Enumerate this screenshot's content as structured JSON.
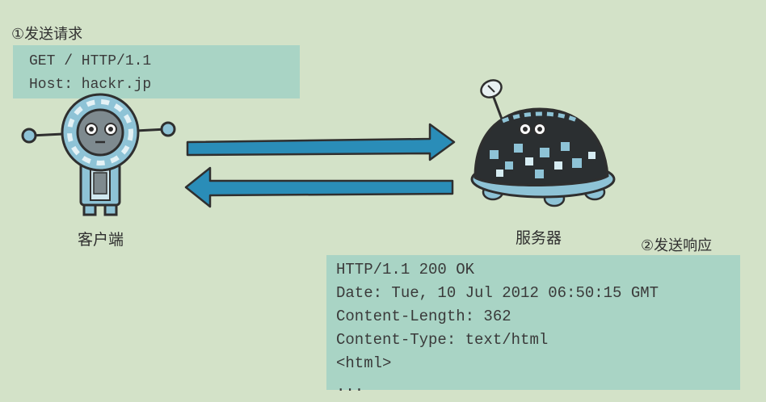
{
  "request": {
    "step_label": "①发送请求",
    "lines": [
      "GET / HTTP/1.1",
      "Host: hackr.jp"
    ]
  },
  "response": {
    "step_label": "②发送响应",
    "lines": [
      "HTTP/1.1 200 OK",
      "Date: Tue, 10 Jul 2012 06:50:15 GMT",
      "Content-Length: 362",
      "Content-Type: text/html",
      "<html>",
      "..."
    ]
  },
  "client": {
    "label": "客户端"
  },
  "server": {
    "label": "服务器"
  },
  "colors": {
    "background": "#d3e2c8",
    "code_box": "#a9d4c5",
    "arrow": "#2a8db8",
    "robot_body": "#8ec3d6",
    "server_dome": "#2b2f31"
  }
}
